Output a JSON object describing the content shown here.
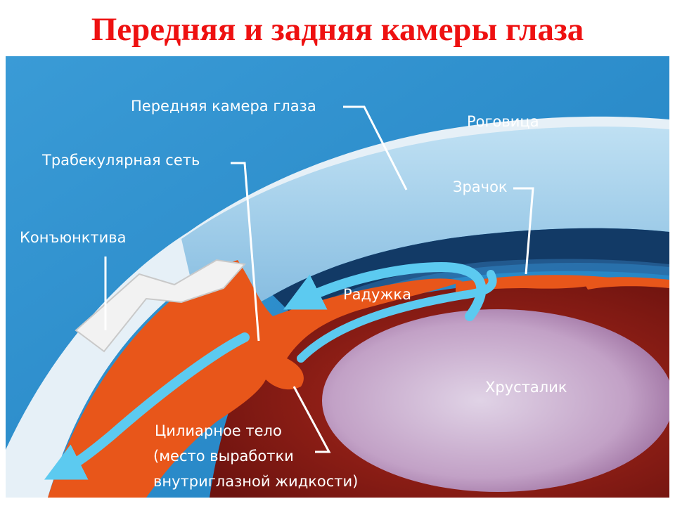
{
  "title": "Передняя и задняя камеры глаза",
  "labels": {
    "anterior_chamber": "Передняя камера глаза",
    "cornea": "Роговица",
    "trabecular_meshwork": "Трабекулярная сеть",
    "pupil": "Зрачок",
    "conjunctiva": "Конъюнктива",
    "iris": "Радужка",
    "lens": "Хрусталик",
    "ciliary_body_line1": "Цилиарное тело",
    "ciliary_body_line2": "(место выработки",
    "ciliary_body_line3": "внутриглазной жидкости)"
  },
  "colors": {
    "title": "#ee1111",
    "background": "#2b8ac9",
    "cornea": "#8fc3e4",
    "tissue_orange": "#e8561a",
    "interior_red": "#8e1a14",
    "flow_arrows": "#5ccaf0",
    "chamber_dark": "#123a66",
    "lens": "#c4a6c8",
    "label_text": "#ffffff"
  }
}
